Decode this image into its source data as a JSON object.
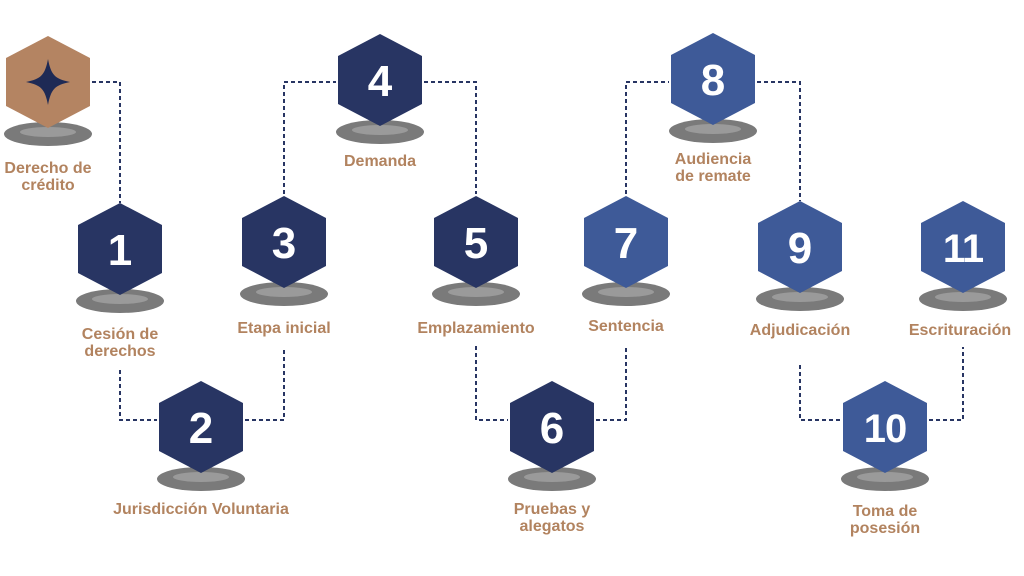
{
  "colors": {
    "dark": "#283563",
    "blue": "#3E5A98",
    "accent": "#B48462",
    "star": "#1E2A55",
    "label": "#B2835F",
    "shadow": "#7A7A7A",
    "line": "#283563"
  },
  "start": {
    "icon": "four-point-star-icon",
    "label_line1": "Derecho de",
    "label_line2": "crédito"
  },
  "steps": [
    {
      "number": "1",
      "line1": "Cesión de",
      "line2": "derechos"
    },
    {
      "number": "2",
      "line1": "Jurisdicción Voluntaria",
      "line2": ""
    },
    {
      "number": "3",
      "line1": "Etapa inicial",
      "line2": ""
    },
    {
      "number": "4",
      "line1": "Demanda",
      "line2": ""
    },
    {
      "number": "5",
      "line1": "Emplazamiento",
      "line2": ""
    },
    {
      "number": "6",
      "line1": "Pruebas y",
      "line2": "alegatos"
    },
    {
      "number": "7",
      "line1": "Sentencia",
      "line2": ""
    },
    {
      "number": "8",
      "line1": "Audiencia",
      "line2": "de remate"
    },
    {
      "number": "9",
      "line1": "Adjudicación",
      "line2": ""
    },
    {
      "number": "10",
      "line1": "Toma de",
      "line2": "posesión"
    },
    {
      "number": "11",
      "line1": "Escrituración",
      "line2": ""
    }
  ]
}
